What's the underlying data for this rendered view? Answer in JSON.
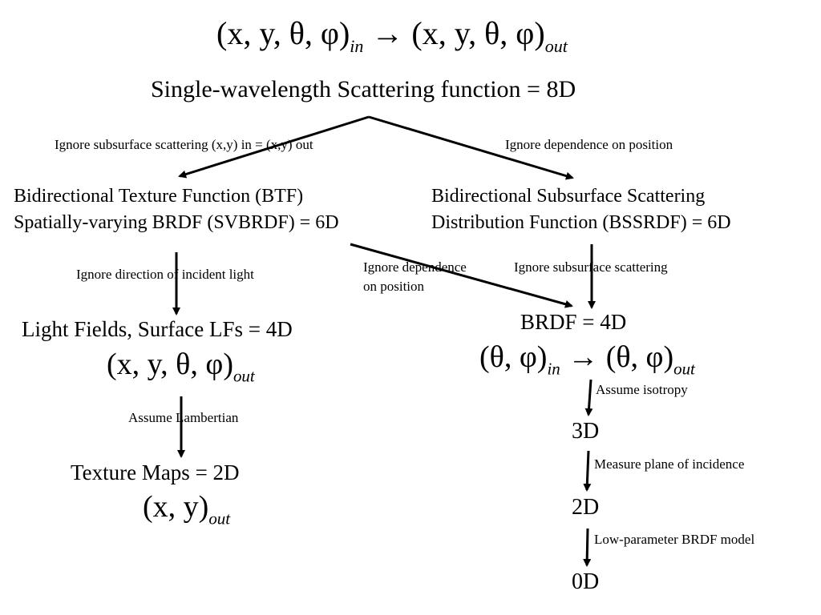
{
  "top_equation": {
    "left": "(x, y, θ, φ)",
    "left_sub": "in",
    "arrow": "→",
    "right": "(x, y, θ, φ)",
    "right_sub": "out"
  },
  "root": {
    "text": "Single-wavelength Scattering function = 8D"
  },
  "edges": {
    "root_to_btf": "Ignore subsurface scattering (x,y) in = (x,y) out",
    "root_to_bssrdf": "Ignore dependence on position",
    "btf_to_lf": "Ignore direction of incident light",
    "btf_to_brdf_line1": "Ignore dependence",
    "btf_to_brdf_line2": "on position",
    "bssrdf_to_brdf": "Ignore subsurface scattering",
    "lf_to_texture": "Assume Lambertian",
    "brdf_to_3d": "Assume isotropy",
    "3d_to_2d": "Measure plane of incidence",
    "2d_to_0d": "Low-parameter BRDF model"
  },
  "btf": {
    "line1": "Bidirectional Texture Function (BTF)",
    "line2": "Spatially-varying BRDF (SVBRDF)  = 6D"
  },
  "bssrdf": {
    "line1": "Bidirectional Subsurface Scattering",
    "line2": "Distribution Function (BSSRDF) = 6D"
  },
  "light_fields": {
    "title": "Light Fields, Surface LFs = 4D",
    "eq": "(x, y, θ, φ)",
    "eq_sub": "out"
  },
  "brdf": {
    "title": "BRDF = 4D",
    "eq_left": "(θ, φ)",
    "eq_left_sub": "in",
    "arrow": "→",
    "eq_right": "(θ, φ)",
    "eq_right_sub": "out"
  },
  "texture_maps": {
    "title": "Texture Maps = 2D",
    "eq": "(x, y)",
    "eq_sub": "out"
  },
  "dims": {
    "d3": "3D",
    "d2": "2D",
    "d0": "0D"
  }
}
